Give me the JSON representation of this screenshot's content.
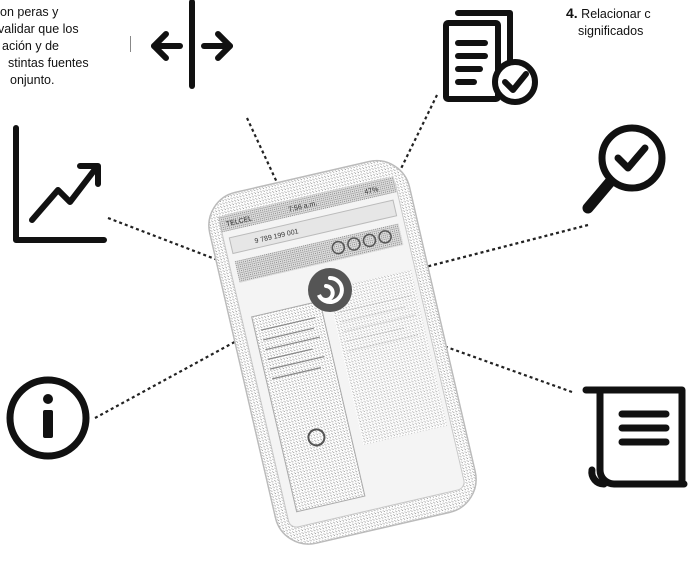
{
  "left_text": {
    "lines": [
      "on peras y",
      "validar que los",
      "ación y de",
      "stintas fuentes",
      "onjunto."
    ]
  },
  "right_text": {
    "number": "4.",
    "line1": "Relacionar c",
    "line2": "significados"
  },
  "phone": {
    "status_time": "7:56 a.m.",
    "carrier": "TELCEL",
    "battery": "47%",
    "code": "9 789 199 001"
  },
  "icons": [
    "split-arrows-icon",
    "document-check-icon",
    "growth-chart-icon",
    "search-check-icon",
    "info-icon",
    "scroll-icon",
    "app-logo-icon"
  ],
  "colors": {
    "ink": "#111111",
    "dots": "#222222",
    "phone_gray": "#cfcfcf"
  }
}
